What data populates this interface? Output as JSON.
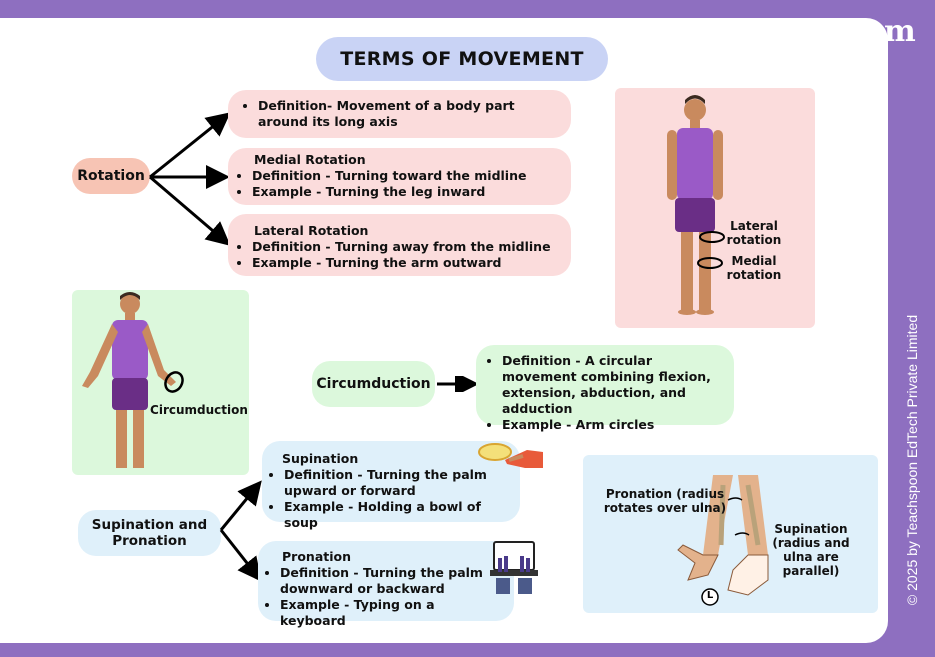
{
  "title": "TERMS OF MOVEMENT",
  "copyright": "© 2025 by Teachspoon EdTech Private Limited",
  "logo": "m",
  "rotation": {
    "label": "Rotation",
    "definition": "Definition- Movement of a body part around its long axis",
    "medial": {
      "heading": "Medial Rotation",
      "definition": "Definition - Turning toward the midline",
      "example": "Example - Turning the leg inward"
    },
    "lateral": {
      "heading": "Lateral Rotation",
      "definition": "Definition - Turning away from the midline",
      "example": "Example - Turning the arm outward"
    },
    "figure_labels": {
      "lateral": "Lateral rotation",
      "medial": "Medial rotation"
    }
  },
  "circumduction": {
    "label": "Circumduction",
    "figure_label": "Circumduction",
    "definition": "Definition - A circular movement combining flexion, extension, abduction, and adduction",
    "example": "Example - Arm circles"
  },
  "sup_pro": {
    "label": "Supination and Pronation",
    "supination": {
      "heading": "Supination",
      "definition": "Definition - Turning the palm upward or forward",
      "example": "Example - Holding a bowl of soup"
    },
    "pronation": {
      "heading": "Pronation",
      "definition": "Definition - Turning the palm downward or backward",
      "example": "Example - Typing on a keyboard"
    },
    "figure_labels": {
      "pronation": "Pronation (radius rotates over ulna)",
      "supination": "Supination (radius and ulna are parallel)",
      "marker": "L"
    }
  },
  "colors": {
    "background": "#8e6fc0",
    "pink": "#fbdcdc",
    "green": "#dcf8dc",
    "blue": "#dff0fa",
    "title": "#c9d3f5",
    "salmon": "#f7c4b4"
  }
}
